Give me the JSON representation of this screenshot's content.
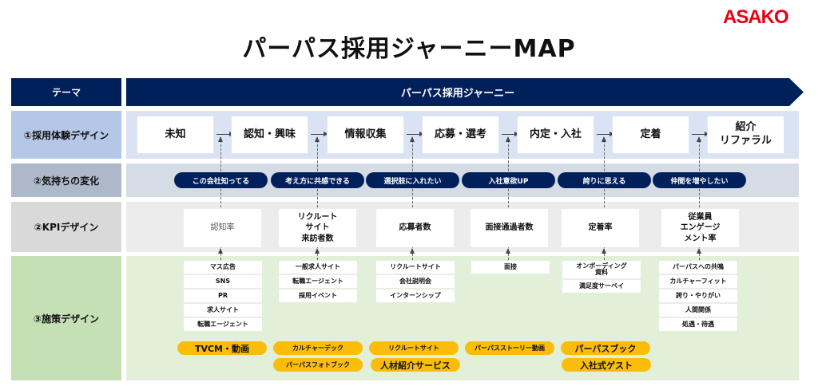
{
  "title": "パーパス採用ジャーニーMAP",
  "logo": "ASAKO",
  "header": {
    "theme_label": "テーマ",
    "journey_label": "パーパス採用ジャーニー"
  },
  "rows": {
    "experience": "①採用体験デザイン",
    "feelings": "②気持ちの変化",
    "kpi": "②KPIデザイン",
    "measures": "③施策デザイン"
  },
  "stages": [
    "未知",
    "認知・興味",
    "情報収集",
    "応募・選考",
    "内定・入社",
    "定着",
    "紹介\nリファラル"
  ],
  "feelings": [
    "この会社知ってる",
    "考え方に共感できる",
    "選択肢に入れたい",
    "入社意欲UP",
    "誇りに思える",
    "仲間を増やしたい"
  ],
  "kpis": [
    "認知率",
    "リクルート\nサイト\n来訪者数",
    "応募者数",
    "面接通過者数",
    "定着率",
    "従業員\nエンゲージ\nメント率"
  ],
  "measures": [
    [
      "マス広告",
      "SNS",
      "PR",
      "求人サイト",
      "転職エージェント"
    ],
    [
      "一般求人サイト",
      "転職エージェント",
      "採用イベント"
    ],
    [
      "リクルートサイト",
      "会社説明会",
      "インターンシップ"
    ],
    [
      "面接"
    ],
    [
      "オンボーディング\n資料",
      "満足度サーベイ"
    ],
    [
      "パーパスへの共鳴",
      "カルチャーフィット",
      "誇り・やりがい",
      "人間関係",
      "処遇・待遇"
    ]
  ],
  "tools_row1": [
    "TVCM・動画",
    "カルチャーデック",
    "リクルートサイト",
    "パーパスストーリー動画",
    "パーパスブック"
  ],
  "tools_row2": [
    "パーパスフォトブック",
    "人材紹介サービス",
    "入社式ゲスト"
  ]
}
